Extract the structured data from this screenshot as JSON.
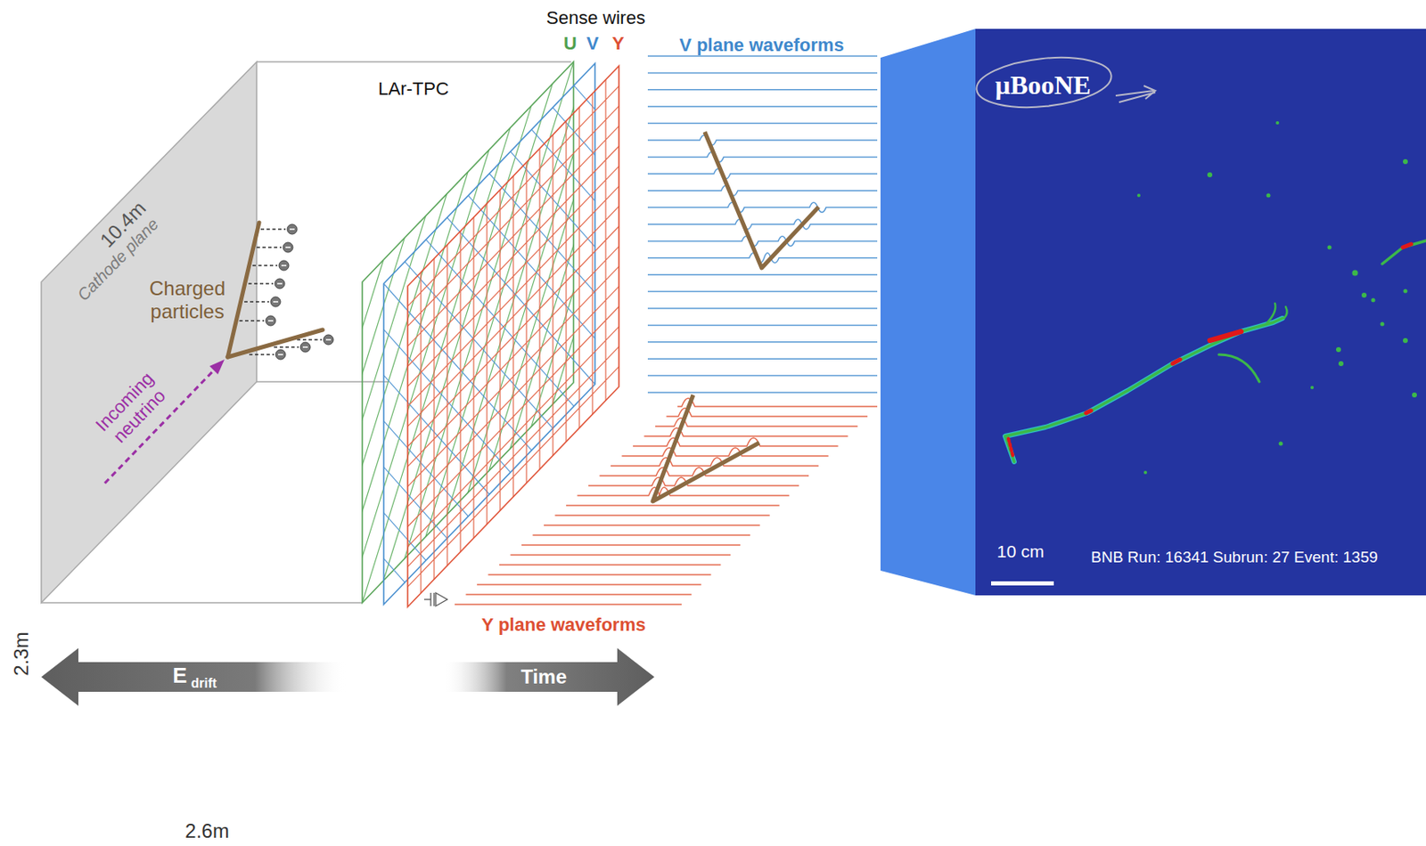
{
  "diagram": {
    "nodes": [
      {
        "text": [
          "μBooNE",
          "10 cm",
          "BNB Run: 16341 Subrun: 27 Event: 1359"
        ]
      }
    ],
    "labels": [
      "Sense wires",
      "U",
      "V",
      "Y",
      "V plane waveforms",
      "LAr-TPC",
      "10.4m",
      "Cathode plane",
      "Charged particles",
      "Incoming neutrino",
      "Y plane waveforms",
      "E",
      "drift",
      "Time",
      "2.3m",
      "2.6m"
    ]
  }
}
